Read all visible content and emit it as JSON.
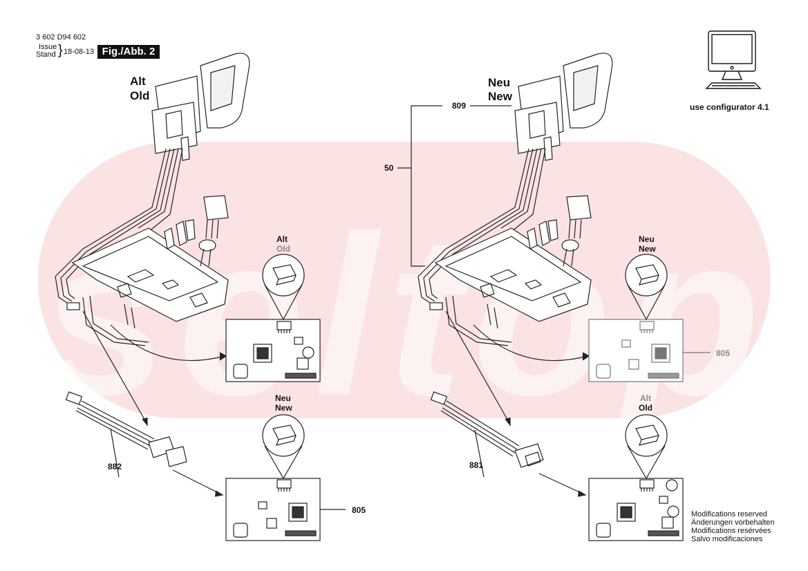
{
  "header": {
    "part_number": "3 602 D94 602",
    "issue_label": "Issue",
    "stand_label": "Stand",
    "date": "18-08-13",
    "figure_label": "Fig./Abb. 2"
  },
  "left_panel": {
    "title_de": "Alt",
    "title_en": "Old",
    "zoom_top": {
      "de": "Alt",
      "en": "Old"
    },
    "zoom_bottom": {
      "de": "Neu",
      "en": "New"
    },
    "cable_label": "882",
    "board_label": "805"
  },
  "right_panel": {
    "title_de": "Neu",
    "title_en": "New",
    "zoom_top": {
      "de": "Neu",
      "en": "New"
    },
    "zoom_bottom": {
      "de": "Alt",
      "en": "Old"
    },
    "label_switch": "809",
    "label_assembly": "50",
    "board_label": "805",
    "cable_label": "881"
  },
  "configurator": {
    "icon": "computer-icon",
    "text": "use configurator 4.1"
  },
  "modifications": [
    "Modifications reserved",
    "Änderungen vorbehalten",
    "Modifications resérvées",
    "Salvo modificaciones"
  ],
  "watermark": {
    "text": "seltop",
    "color": "#f7d6d6"
  }
}
